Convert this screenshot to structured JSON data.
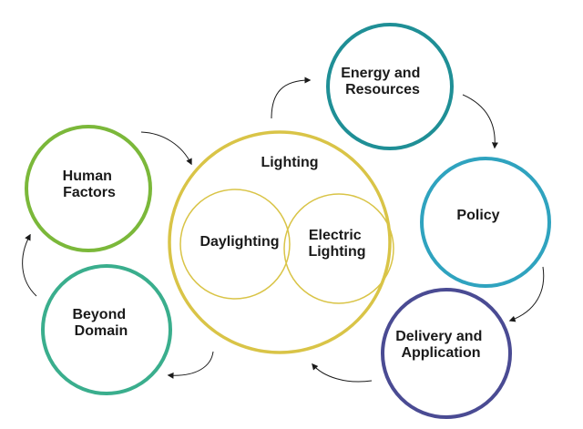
{
  "nodes": {
    "energy": {
      "label": [
        "Energy and",
        "Resources"
      ],
      "color": "#1f8f96"
    },
    "policy": {
      "label": [
        "Policy"
      ],
      "color": "#2fa3bf"
    },
    "delivery": {
      "label": [
        "Delivery and",
        "Application"
      ],
      "color": "#4a4b93"
    },
    "beyond": {
      "label": [
        "Beyond",
        "Domain"
      ],
      "color": "#3aae8d"
    },
    "human": {
      "label": [
        "Human",
        "Factors"
      ],
      "color": "#7bb83a"
    },
    "lighting": {
      "label": [
        "Lighting"
      ],
      "color": "#d9c447"
    },
    "daylighting": {
      "label": [
        "Daylighting"
      ],
      "color": "#d9c447"
    },
    "electric": {
      "label": [
        "Electric",
        "Lighting"
      ],
      "color": "#d9c447"
    }
  },
  "colors": {
    "text": "#1a1a1a",
    "arrow": "#1a1a1a",
    "background": "#ffffff"
  }
}
